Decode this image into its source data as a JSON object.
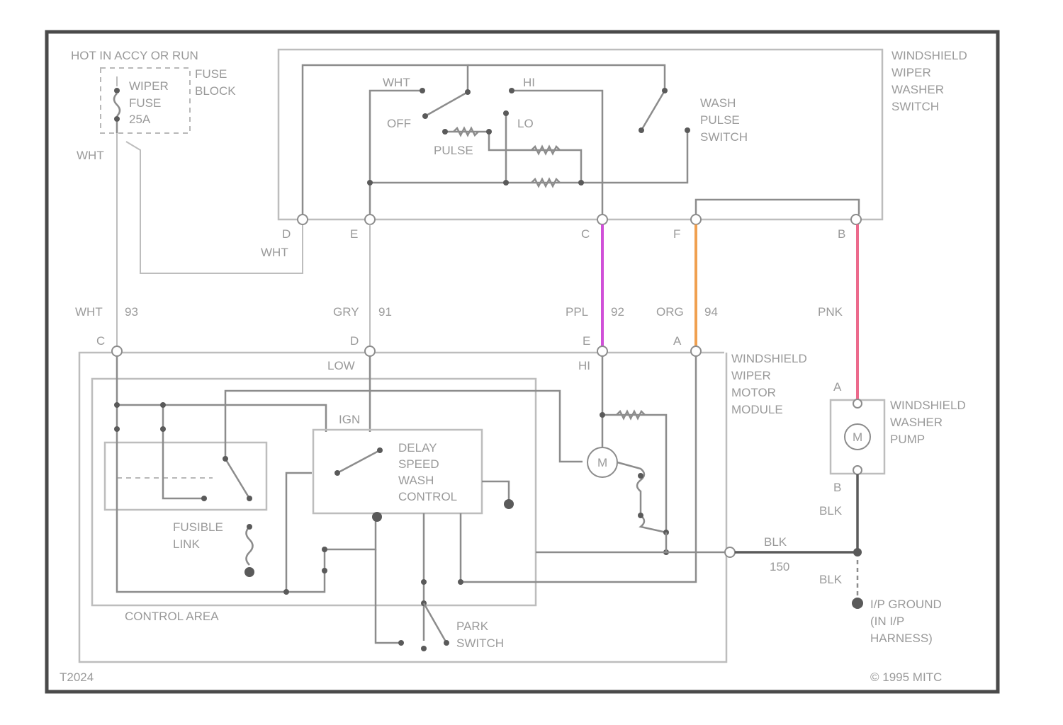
{
  "colors": {
    "ppl_wire": "#d050d8",
    "org_wire": "#f0a050",
    "pnk_wire": "#ec6a8c",
    "frame": "#4a4a4a",
    "wire": "#8c8c8c"
  },
  "labels": {
    "hot_in": "HOT IN ACCY OR RUN",
    "fuse_name_1": "WIPER",
    "fuse_name_2": "FUSE",
    "fuse_name_3": "25A",
    "fuse_block_1": "FUSE",
    "fuse_block_2": "BLOCK",
    "wht": "WHT",
    "sw_wht": "WHT",
    "off": "OFF",
    "hi": "HI",
    "lo": "LO",
    "pulse": "PULSE",
    "wash_1": "WASH",
    "wash_2": "PULSE",
    "wash_3": "SWITCH",
    "ws_switch_1": "WINDSHIELD",
    "ws_switch_2": "WIPER",
    "ws_switch_3": "WASHER",
    "ws_switch_4": "SWITCH",
    "pin_d": "D",
    "pin_e": "E",
    "pin_c": "C",
    "pin_f": "F",
    "pin_b": "B",
    "wht_lower": "WHT",
    "wire_wht": "WHT",
    "circ_wht": "93",
    "wire_gry": "GRY",
    "circ_gry": "91",
    "wire_ppl": "PPL",
    "circ_ppl": "92",
    "wire_org": "ORG",
    "circ_org": "94",
    "wire_pnk": "PNK",
    "mod_c": "C",
    "mod_d": "D",
    "mod_e": "E",
    "mod_a": "A",
    "low": "LOW",
    "hi_mod": "HI",
    "ign": "IGN",
    "motor_1": "WINDSHIELD",
    "motor_2": "WIPER",
    "motor_3": "MOTOR",
    "motor_4": "MODULE",
    "delay_1": "DELAY",
    "delay_2": "SPEED",
    "delay_3": "WASH",
    "delay_4": "CONTROL",
    "motor_m": "M",
    "fusible_1": "FUSIBLE",
    "fusible_2": "LINK",
    "control_area": "CONTROL AREA",
    "park_1": "PARK",
    "park_2": "SWITCH",
    "pump_a": "A",
    "pump_1": "WINDSHIELD",
    "pump_2": "WASHER",
    "pump_3": "PUMP",
    "pump_m": "M",
    "pump_b": "B",
    "blk_1": "BLK",
    "blk_2": "BLK",
    "circ_150": "150",
    "blk_3": "BLK",
    "ip_1": "I/P GROUND",
    "ip_2": "(IN I/P",
    "ip_3": "HARNESS)",
    "fig_id": "T2024",
    "copyright": "© 1995 MITC"
  }
}
